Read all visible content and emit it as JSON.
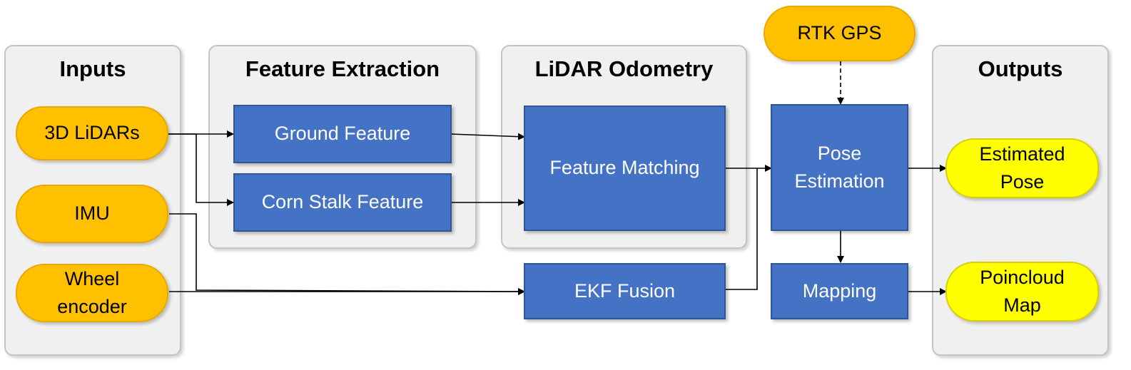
{
  "panels": {
    "inputs": "Inputs",
    "feature_extraction": "Feature Extraction",
    "lidar_odometry": "LiDAR Odometry",
    "outputs": "Outputs"
  },
  "inputs": {
    "lidars": "3D LiDARs",
    "imu": "IMU",
    "wheel_encoder": "Wheel\nencoder"
  },
  "processes": {
    "ground_feature": "Ground Feature",
    "corn_stalk_feature": "Corn Stalk Feature",
    "feature_matching": "Feature Matching",
    "ekf_fusion": "EKF Fusion",
    "pose_estimation": "Pose\nEstimation",
    "mapping": "Mapping"
  },
  "external": {
    "rtk_gps": "RTK GPS"
  },
  "outputs": {
    "estimated_pose": "Estimated\nPose",
    "pointcloud_map": "Poincloud\nMap"
  },
  "colors": {
    "panel_bg": "#f0f0f0",
    "input_node": "#ffc000",
    "output_node": "#ffff00",
    "process_node": "#4472c4",
    "edge": "#000000"
  }
}
